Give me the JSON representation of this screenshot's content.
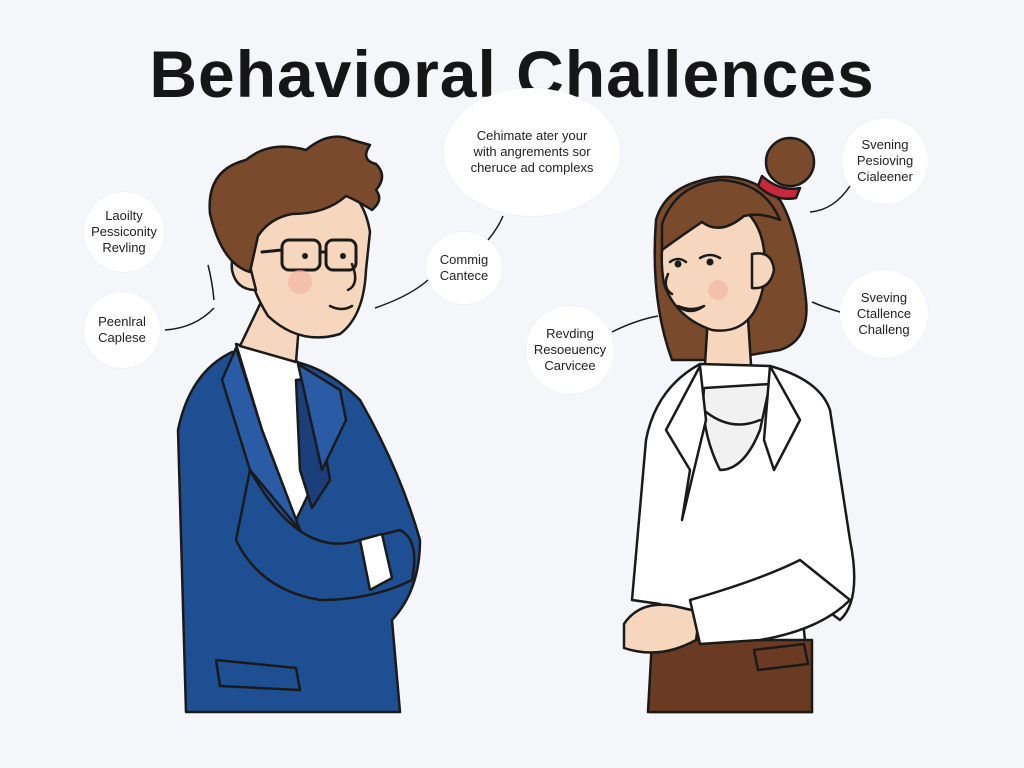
{
  "title": "Behavioral Challences",
  "bubbles": {
    "left_top": "Laoilty\nPessiconity\nRevling",
    "left_bottom": "Peenlral\nCaplese",
    "center_top": "Cehimate ater your\nwith angrements sor\ncheruce ad complexs",
    "center_mid": "Commig\nCantece",
    "center_low": "Revding\nResoeuency\nCarvicee",
    "right_top": "Svening\nPesioving\nCialeener",
    "right_mid": "Sveving\nCtallence\nChalleng"
  },
  "colors": {
    "background": "#f4f6f9",
    "suit_blue": "#1f4f93",
    "hair_brown": "#7a4a2c",
    "skin": "#f6d7bd",
    "hair_tie": "#c8283a",
    "coat_white": "#ffffff",
    "pants_brown": "#6b3a22",
    "outline": "#1a1a1a"
  }
}
